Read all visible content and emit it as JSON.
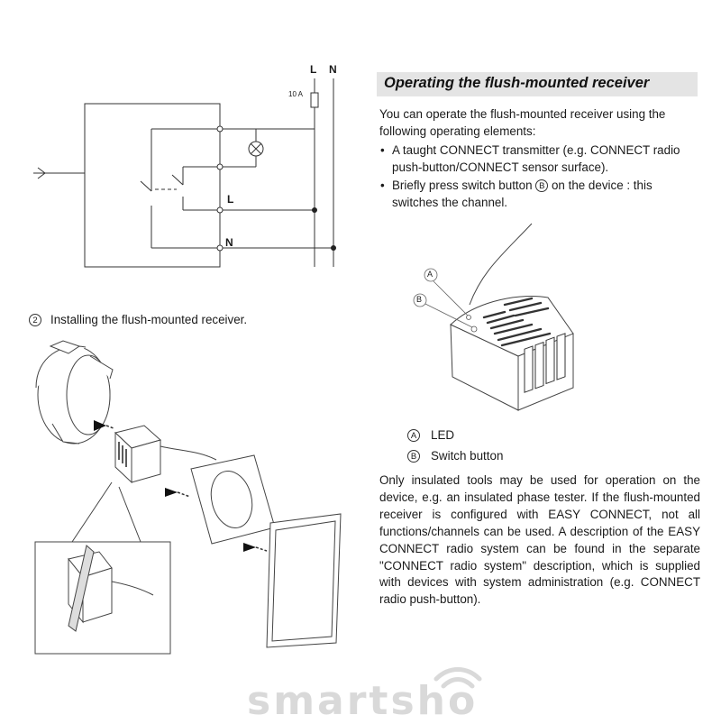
{
  "section": {
    "title": "Operating the flush-mounted receiver"
  },
  "intro": "You can operate the flush-mounted receiver using the following operating elements:",
  "bullets": [
    {
      "text": "A taught CONNECT transmitter (e.g. CONNECT radio push-button/CONNECT sensor surface)."
    },
    {
      "before": "Briefly press switch button ",
      "symbol": "B",
      "after": " on the device : this switches the channel."
    }
  ],
  "device_callouts": [
    "A",
    "B"
  ],
  "legend": [
    {
      "symbol": "A",
      "label": "LED"
    },
    {
      "symbol": "B",
      "label": "Switch button"
    }
  ],
  "notes": "Only insulated tools may be used for operation on the device, e.g. an insulated phase tester. If the flush-mounted receiver is configured with EASY CONNECT, not all functions/channels can be used. A description of the EASY CONNECT radio system can be found in the separate \"CONNECT radio system\" description, which is supplied with devices with system administration (e.g. CONNECT radio push-button).",
  "wiring": {
    "l_top": "L",
    "n_top": "N",
    "fuse": "10 A",
    "l_terminal": "L",
    "n_terminal": "N"
  },
  "installation": {
    "step_number": "2",
    "label": "Installing the flush-mounted receiver."
  },
  "watermark": "smartsho"
}
